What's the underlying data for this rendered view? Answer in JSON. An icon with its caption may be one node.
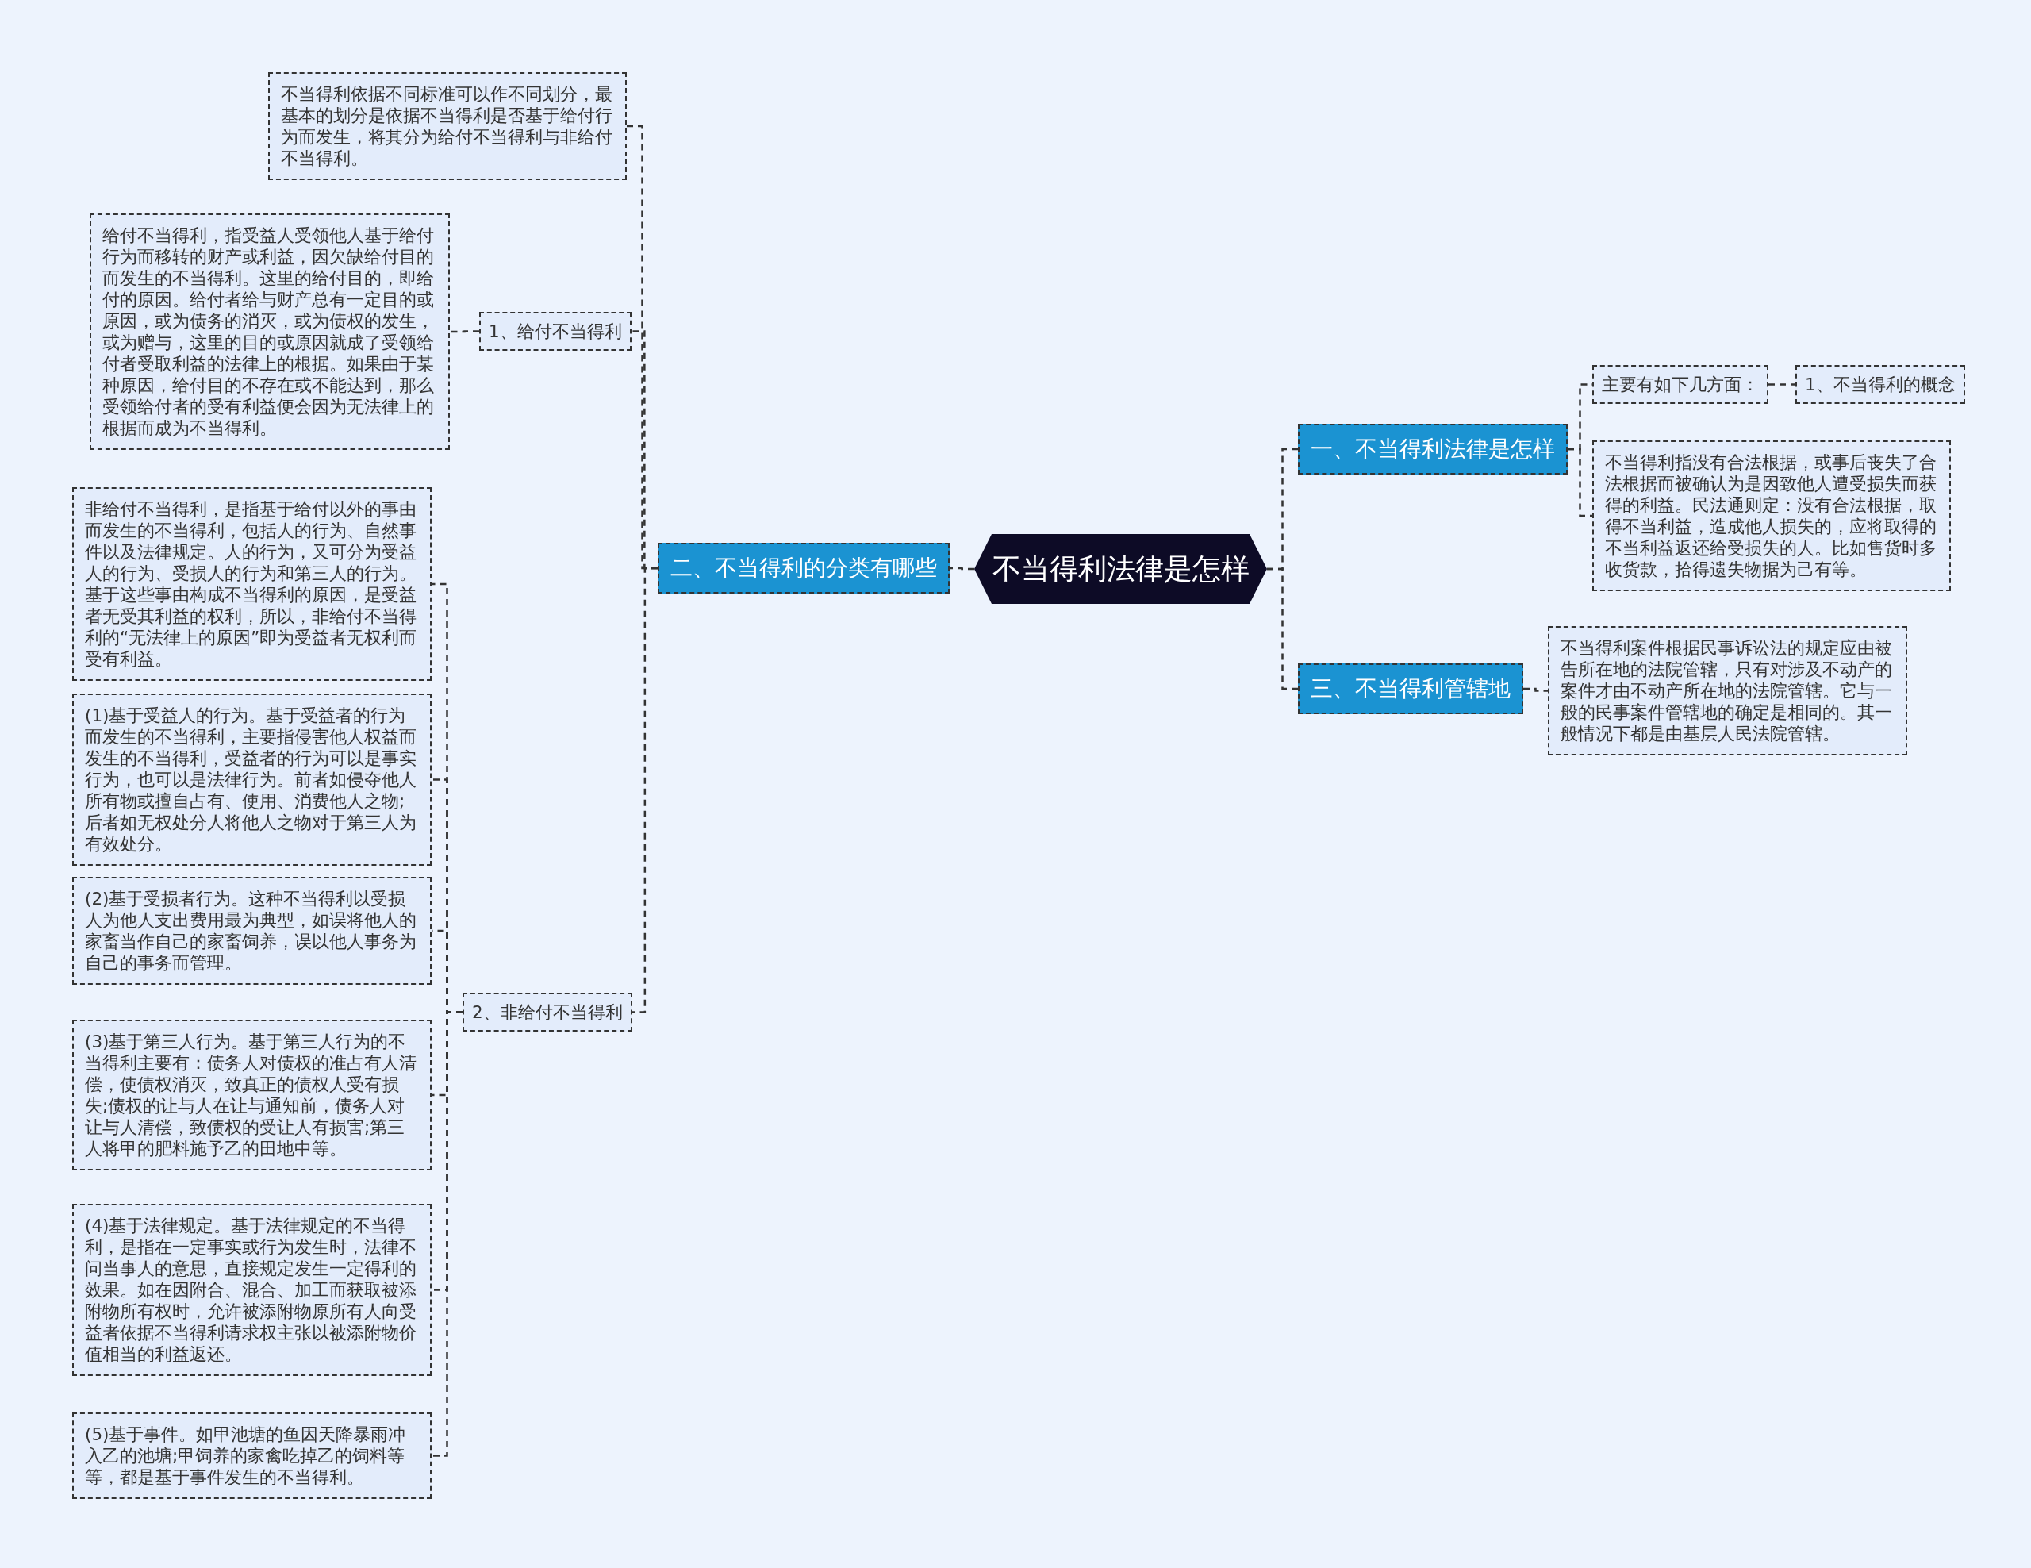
{
  "diagram": {
    "nodes": [
      {
        "text": [
          "不当得利法律是怎样"
        ]
      },
      {
        "text": [
          "一、不当得利法律是怎样"
        ]
      },
      {
        "text": [
          "主要有如下几方面："
        ]
      },
      {
        "text": [
          "1、不当得利的概念"
        ]
      },
      {
        "text": [
          "不当得利指没有合法根据，或事后丧失了合法根据而被确认为是因致他人遭受损失而获得的利益。民法通则定：没有合法根据，取得不当利益，造成他人损失的，应将取得的不当利益返还给受损失的人。比如售货时多收货款，拾得遗失物据为己有等。"
        ]
      },
      {
        "text": [
          "二、不当得利的分类有哪些"
        ]
      },
      {
        "text": [
          "不当得利依据不同标准可以作不同划分，最基本的划分是依据不当得利是否基于给付行为而发生，将其分为给付不当得利与非给付不当得利。"
        ]
      },
      {
        "text": [
          "1、给付不当得利"
        ]
      },
      {
        "text": [
          "给付不当得利，指受益人受领他人基于给付行为而移转的财产或利益，因欠缺给付目的而发生的不当得利。这里的给付目的，即给付的原因。给付者给与财产总有一定目的或原因，或为债务的消灭，或为债权的发生，或为赠与，这里的目的或原因就成了受领给付者受取利益的法律上的根据。如果由于某种原因，给付目的不存在或不能达到，那么受领给付者的受有利益便会因为无法律上的根据而成为不当得利。"
        ]
      },
      {
        "text": [
          "2、非给付不当得利"
        ]
      },
      {
        "text": [
          "非给付不当得利，是指基于给付以外的事由而发生的不当得利，包括人的行为、自然事件以及法律规定。人的行为，又可分为受益人的行为、受损人的行为和第三人的行为。基于这些事由构成不当得利的原因，是受益者无受其利益的权利，所以，非给付不当得利的“无法律上的原因”即为受益者无权利而受有利益。"
        ]
      },
      {
        "text": [
          "(1)基于受益人的行为。基于受益者的行为而发生的不当得利，主要指侵害他人权益而发生的不当得利，受益者的行为可以是事实行为，也可以是法律行为。前者如侵夺他人所有物或擅自占有、使用、消费他人之物;后者如无权处分人将他人之物对于第三人为有效处分。"
        ]
      },
      {
        "text": [
          "(2)基于受损者行为。这种不当得利以受损人为他人支出费用最为典型，如误将他人的家畜当作自己的家畜饲养，误以他人事务为自己的事务而管理。"
        ]
      },
      {
        "text": [
          "(3)基于第三人行为。基于第三人行为的不当得利主要有：债务人对债权的准占有人清偿，使债权消灭，致真正的债权人受有损失;债权的让与人在让与通知前，债务人对让与人清偿，致债权的受让人有损害;第三人将甲的肥料施予乙的田地中等。"
        ]
      },
      {
        "text": [
          "(4)基于法律规定。基于法律规定的不当得利，是指在一定事实或行为发生时，法律不问当事人的意思，直接规定发生一定得利的效果。如在因附合、混合、加工而获取被添附物所有权时，允许被添附物原所有人向受益者依据不当得利请求权主张以被添附物价值相当的利益返还。"
        ]
      },
      {
        "text": [
          "(5)基于事件。如甲池塘的鱼因天降暴雨冲入乙的池塘;甲饲养的家禽吃掉乙的饲料等等，都是基于事件发生的不当得利。"
        ]
      },
      {
        "text": [
          "三、不当得利管辖地"
        ]
      },
      {
        "text": [
          "不当得利案件根据民事诉讼法的规定应由被告所在地的法院管辖，只有对涉及不动产的案件才由不动产所在地的法院管辖。它与一般的民事案件管辖地的确定是相同的。其一般情况下都是由基层人民法院管辖。"
        ]
      }
    ],
    "edges": [
      {
        "from": 0,
        "to": 1,
        "arrow": "none"
      },
      {
        "from": 1,
        "to": 2,
        "arrow": "none"
      },
      {
        "from": 2,
        "to": 3,
        "arrow": "none"
      },
      {
        "from": 1,
        "to": 4,
        "arrow": "none"
      },
      {
        "from": 0,
        "to": 5,
        "arrow": "none"
      },
      {
        "from": 5,
        "to": 6,
        "arrow": "none"
      },
      {
        "from": 5,
        "to": 7,
        "arrow": "none"
      },
      {
        "from": 7,
        "to": 8,
        "arrow": "none"
      },
      {
        "from": 5,
        "to": 9,
        "arrow": "none"
      },
      {
        "from": 9,
        "to": 10,
        "arrow": "none"
      },
      {
        "from": 9,
        "to": 11,
        "arrow": "none"
      },
      {
        "from": 9,
        "to": 12,
        "arrow": "none"
      },
      {
        "from": 9,
        "to": 13,
        "arrow": "none"
      },
      {
        "from": 9,
        "to": 14,
        "arrow": "none"
      },
      {
        "from": 9,
        "to": 15,
        "arrow": "none"
      },
      {
        "from": 0,
        "to": 16,
        "arrow": "none"
      },
      {
        "from": 16,
        "to": 17,
        "arrow": "none"
      }
    ]
  }
}
